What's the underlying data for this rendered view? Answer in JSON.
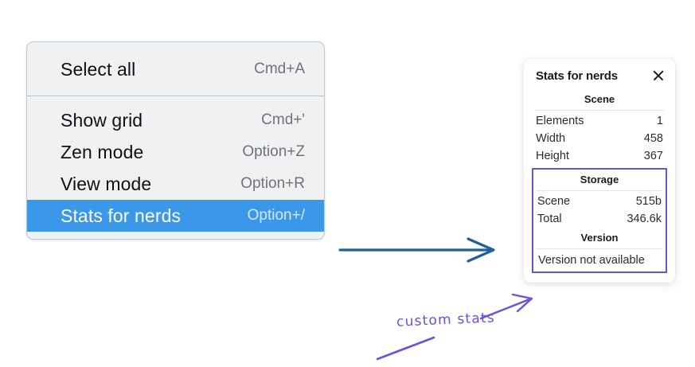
{
  "context_menu": {
    "sections": [
      {
        "items": [
          {
            "label": "Select all",
            "shortcut": "Cmd+A",
            "selected": false
          }
        ]
      },
      {
        "items": [
          {
            "label": "Show grid",
            "shortcut": "Cmd+'",
            "selected": false
          },
          {
            "label": "Zen mode",
            "shortcut": "Option+Z",
            "selected": false
          },
          {
            "label": "View mode",
            "shortcut": "Option+R",
            "selected": false
          },
          {
            "label": "Stats for nerds",
            "shortcut": "Option+/",
            "selected": true
          }
        ]
      }
    ],
    "highlight_color": "#3b97e8"
  },
  "stats_panel": {
    "title": "Stats for nerds",
    "close_icon": "close-icon",
    "scene": {
      "heading": "Scene",
      "rows": [
        {
          "key": "Elements",
          "value": "1"
        },
        {
          "key": "Width",
          "value": "458"
        },
        {
          "key": "Height",
          "value": "367"
        }
      ]
    },
    "storage": {
      "heading": "Storage",
      "rows": [
        {
          "key": "Scene",
          "value": "515b"
        },
        {
          "key": "Total",
          "value": "346.6k"
        }
      ]
    },
    "version": {
      "heading": "Version",
      "text": "Version not available"
    },
    "custom_outline_color": "#6f4ee0"
  },
  "annotations": {
    "blue_arrow": {
      "name": "blue-arrow",
      "color": "#1f5f9e"
    },
    "custom_stats_label": "custom stats",
    "purple_color": "#6f4ee0"
  }
}
